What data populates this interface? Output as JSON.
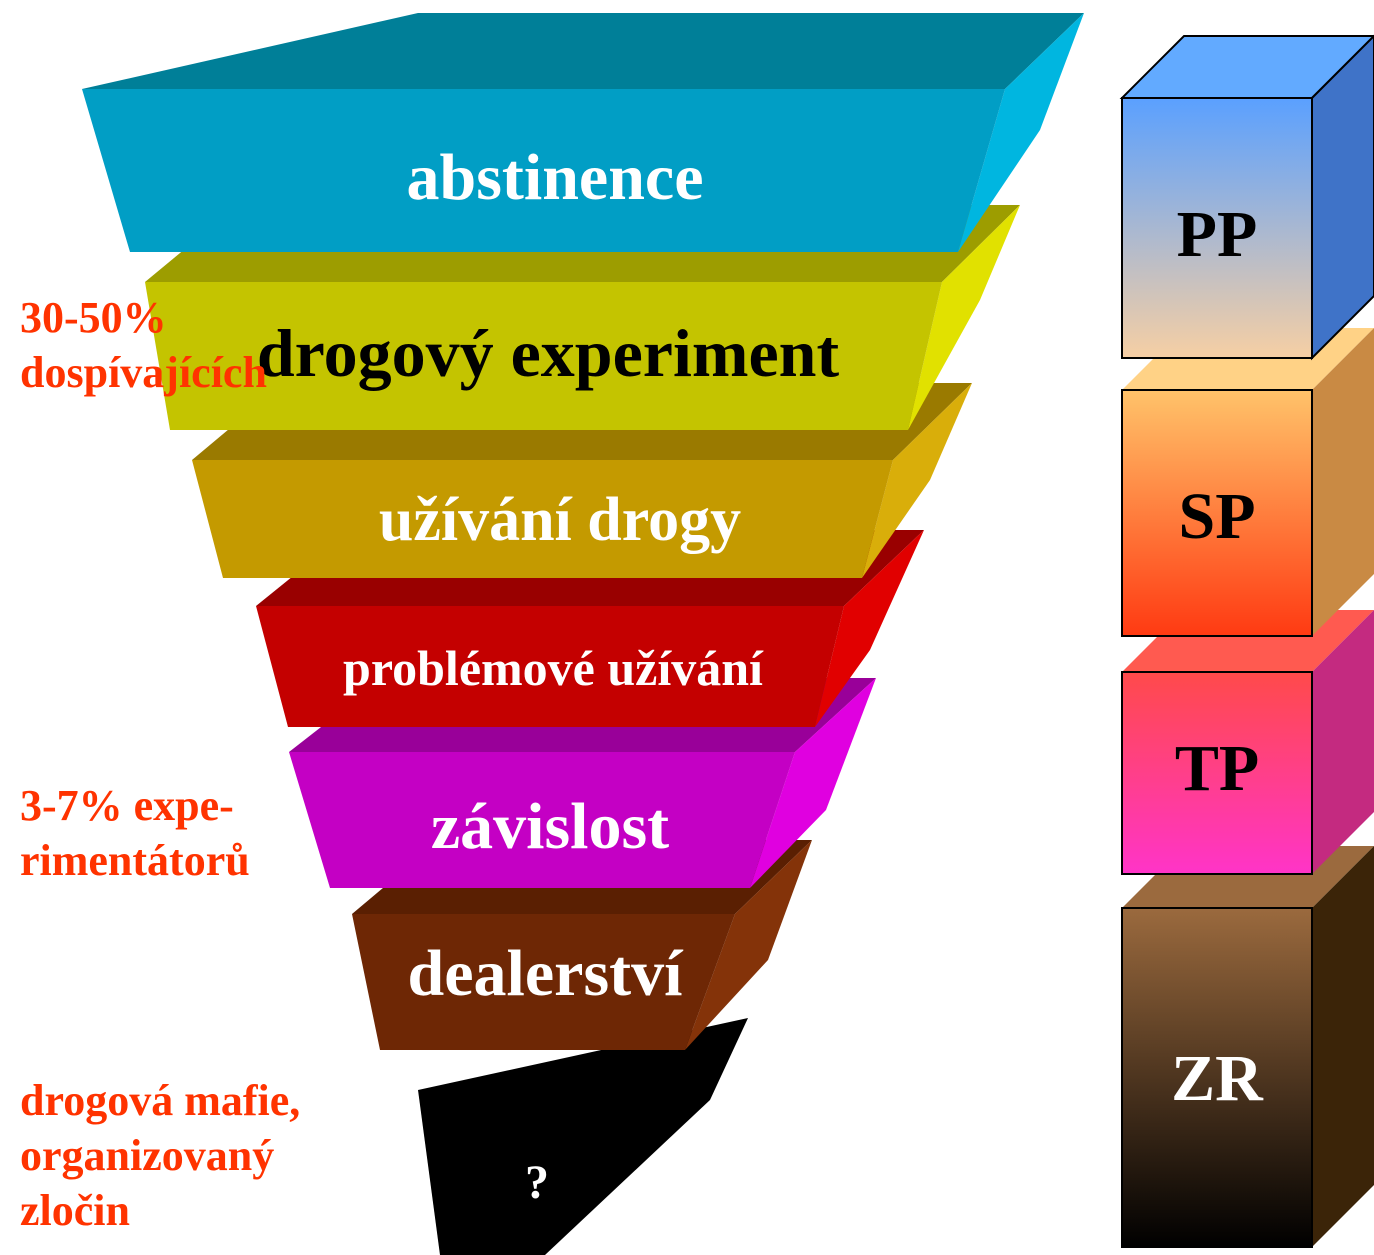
{
  "funnel": {
    "bands": [
      {
        "label": "abstinence",
        "text_color": "#ffffff",
        "front": "#019ec5",
        "top": "#007f98",
        "side": "#00b6e0"
      },
      {
        "label": "drogový experiment",
        "text_color": "#000000",
        "front": "#c4c400",
        "top": "#9d9d00",
        "side": "#e1e100"
      },
      {
        "label": "užívání drogy",
        "text_color": "#ffffff",
        "front": "#c49a00",
        "top": "#9a7a00",
        "side": "#d9ae0a"
      },
      {
        "label": "problémové užívání",
        "text_color": "#ffffff",
        "front": "#c40000",
        "top": "#990000",
        "side": "#e10000"
      },
      {
        "label": "závislost",
        "text_color": "#ffffff",
        "front": "#c400c4",
        "top": "#990099",
        "side": "#e000e0"
      },
      {
        "label": "dealerství",
        "text_color": "#ffffff",
        "front": "#6e2705",
        "top": "#5a1f02",
        "side": "#843309"
      },
      {
        "label": "?",
        "text_color": "#ffffff",
        "front": "#000000",
        "top": "#000000",
        "side": "#000000"
      }
    ]
  },
  "notes": {
    "n1_line1": "30-50%",
    "n1_line2": "dospívajících",
    "n2_line1": "3-7% expe-",
    "n2_line2": "rimentátorů",
    "n3_line1": "drogová mafie,",
    "n3_line2": "organizovaný",
    "n3_line3": "zločin"
  },
  "colors": {
    "note": "#ff3300"
  },
  "boxes": [
    {
      "label": "PP",
      "front_top": "#5aa0ff",
      "front_bottom": "#f6cfa4",
      "side": "#3f73c8"
    },
    {
      "label": "SP",
      "front_top": "#ffc36a",
      "front_bottom": "#ff3a12",
      "side": "#c98a44"
    },
    {
      "label": "TP",
      "front_top": "#ff4a4a",
      "front_bottom": "#ff34c8",
      "side": "#c42a80"
    },
    {
      "label": "ZR",
      "front_top": "#9b6a3e",
      "front_bottom": "#000000",
      "side": "#3b2408"
    }
  ]
}
